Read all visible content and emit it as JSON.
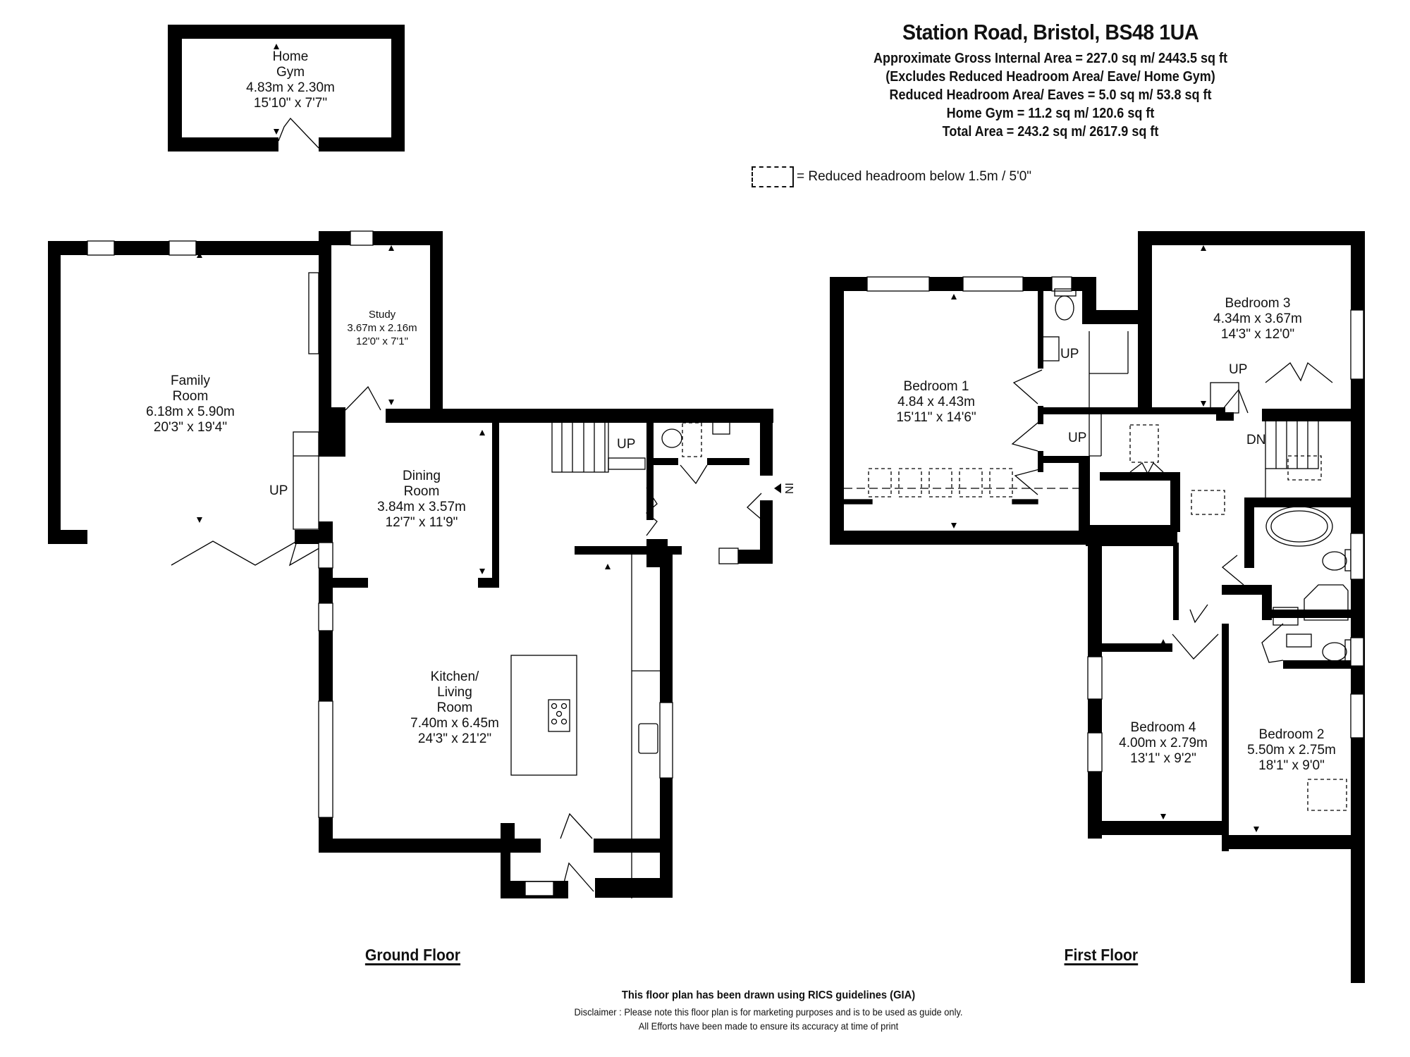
{
  "header": {
    "title": "Station Road, Bristol, BS48 1UA",
    "lines": [
      "Approximate Gross Internal Area = 227.0 sq m/ 2443.5 sq ft",
      "(Excludes Reduced Headroom Area/ Eave/ Home Gym)",
      "Reduced Headroom Area/ Eaves = 5.0 sq m/ 53.8 sq ft",
      "Home Gym = 11.2 sq m/ 120.6 sq ft",
      "Total Area = 243.2 sq m/ 2617.9 sq ft"
    ],
    "legend": "= Reduced headroom below 1.5m / 5'0\""
  },
  "ground_floor": {
    "label": "Ground Floor",
    "rooms": [
      {
        "name": "Home",
        "name2": "Gym",
        "metric": "4.83m x 2.30m",
        "imperial": "15'10\" x 7'7\""
      },
      {
        "name": "Family",
        "name2": "Room",
        "metric": "6.18m x 5.90m",
        "imperial": "20'3\" x 19'4\""
      },
      {
        "name": "Study",
        "metric": "3.67m x 2.16m",
        "imperial": "12'0\" x 7'1\""
      },
      {
        "name": "Dining",
        "name2": "Room",
        "metric": "3.84m x 3.57m",
        "imperial": "12'7\" x 11'9\""
      },
      {
        "name": "Kitchen/",
        "name2": "Living",
        "name3": "Room",
        "metric": "7.40m x 6.45m",
        "imperial": "24'3\" x 21'2\""
      }
    ],
    "markers": {
      "up_family": "UP",
      "up_stairs": "UP",
      "entrance": "IN"
    }
  },
  "first_floor": {
    "label": "First Floor",
    "rooms": [
      {
        "name": "Bedroom 1",
        "metric": "4.84 x 4.43m",
        "imperial": "15'11\" x 14'6\""
      },
      {
        "name": "Bedroom 3",
        "metric": "4.34m x 3.67m",
        "imperial": "14'3\" x 12'0\""
      },
      {
        "name": "Bedroom 4",
        "metric": "4.00m x 2.79m",
        "imperial": "13'1\" x 9'2\""
      },
      {
        "name": "Bedroom 2",
        "metric": "5.50m x 2.75m",
        "imperial": "18'1\" x 9'0\""
      }
    ],
    "markers": {
      "up_ensuite": "UP",
      "up_landing": "UP",
      "up_bed3": "UP",
      "dn": "DN"
    }
  },
  "footer": {
    "rics": "This floor plan has been drawn using RICS guidelines (GIA)",
    "disclaimer1": "Disclaimer : Please note this floor plan is for marketing purposes and is to be used as guide only.",
    "disclaimer2": "All Efforts have been made to ensure its accuracy at time of print"
  },
  "colors": {
    "wall": "#000000",
    "background": "#ffffff",
    "text": "#111111"
  }
}
